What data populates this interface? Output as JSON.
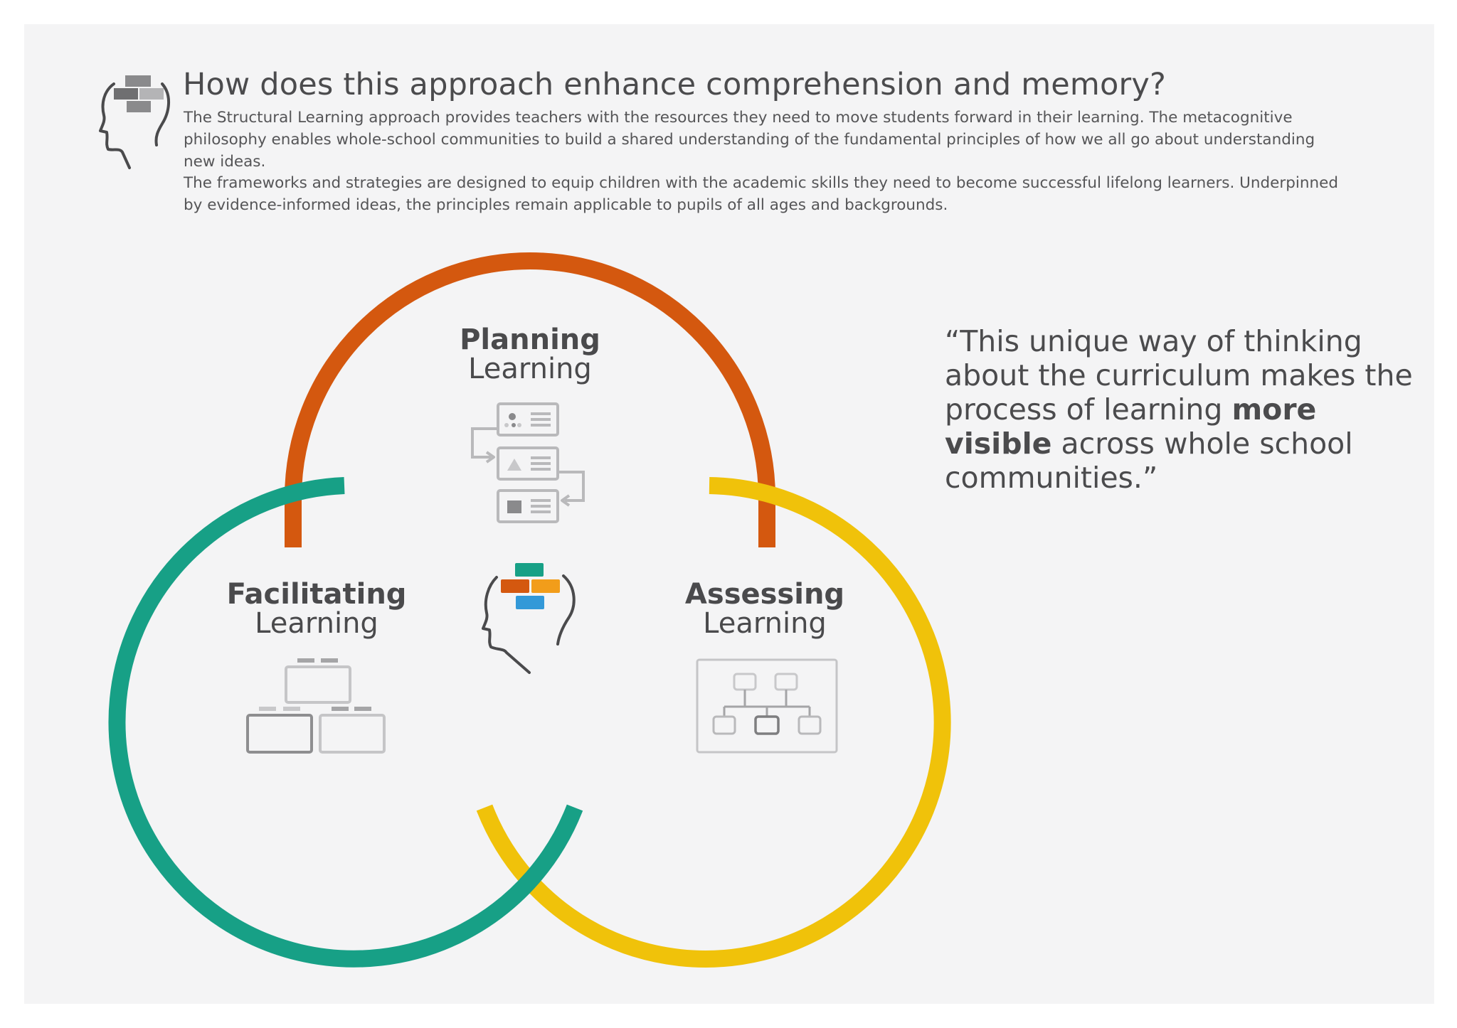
{
  "header": {
    "title": "How does this approach enhance comprehension and memory?",
    "paragraph_1": "The Structural Learning approach provides teachers with the resources they need to move students forward in their learning. The metacognitive philosophy enables whole-school communities to build a shared understanding of the fundamental principles of how we all go about understanding new ideas.",
    "paragraph_2": "The frameworks and strategies are designed to equip children with the academic skills they need to become successful lifelong learners. Underpinned by evidence-informed ideas, the principles remain applicable to pupils of all ages and backgrounds.",
    "icon": "head-with-blocks-icon"
  },
  "venn": {
    "planning": {
      "bold": "Planning",
      "normal": "Learning",
      "color": "#d4580f",
      "icon": "planning-cards-icon"
    },
    "facilitating": {
      "bold": "Facilitating",
      "normal": "Learning",
      "color": "#17a086",
      "icon": "facilitating-blocks-icon"
    },
    "assessing": {
      "bold": "Assessing",
      "normal": "Learning",
      "color": "#f0c20a",
      "icon": "assessing-hierarchy-icon"
    },
    "center_icon": "head-with-colored-blocks-icon",
    "block_colors": [
      "#17a086",
      "#d4580f",
      "#f29d1a",
      "#3399d8"
    ]
  },
  "quote": {
    "before": "“This unique way of thinking about the curriculum makes the process of learning ",
    "emphasis": "more visible",
    "after": " across whole school communities.”"
  }
}
